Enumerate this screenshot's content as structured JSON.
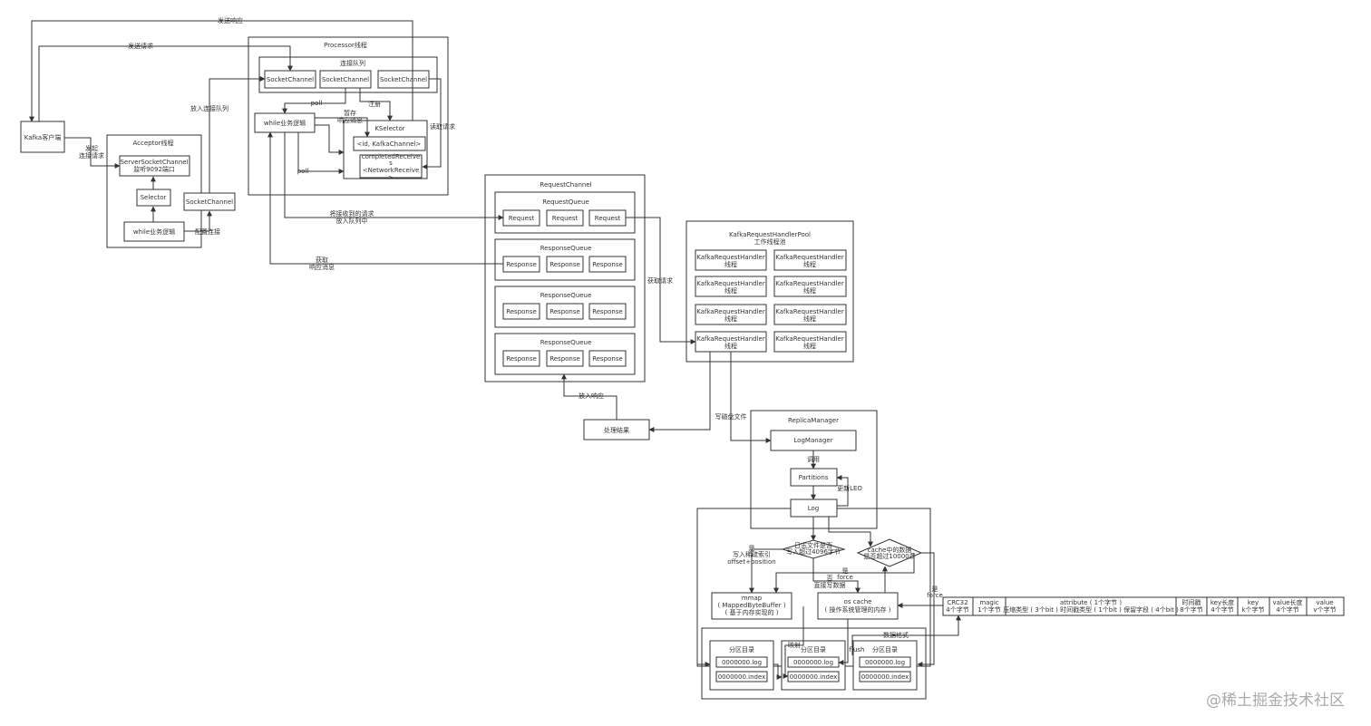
{
  "watermark": "@稀土掘金技术社区",
  "labels": {
    "send_response": "发送响应",
    "send_request": "发送请求",
    "kafka_client": "Kafka客户端",
    "initiate_conn_1": "发起",
    "initiate_conn_2": "连接请求",
    "acceptor": "Acceptor线程",
    "server_socket_1": "ServerSocketChannel",
    "server_socket_2": "监听9092端口",
    "selector": "Selector",
    "while_logic": "while业务逻辑",
    "socket_channel": "SocketChannel",
    "put_conn_queue": "放入连接队列",
    "configure_conn": "配置连接",
    "processor": "Processor线程",
    "conn_queue": "连接队列",
    "poll": "poll",
    "register": "注册",
    "stage_1": "暂存",
    "stage_2": "响应消息",
    "read_request": "读取请求",
    "kselector": "KSelector",
    "id_kafkachannel": "<id, KafkaChannel>",
    "completed_1": "completedReceive",
    "completed_2": "s",
    "completed_3": "<NetworkReceive",
    "completed_4": ">",
    "put_req_1": "将接收到的请求",
    "put_req_2": "放入队列中",
    "get_resp_1": "获取",
    "get_resp_2": "响应消息",
    "request_channel": "RequestChannel",
    "request_queue": "RequestQueue",
    "request": "Request",
    "response_queue": "ResponseQueue",
    "response": "Response",
    "handler_pool_1": "KafkaRequestHandlerPool",
    "handler_pool_2": "工作线程池",
    "handler_1": "KafkaRequestHandler",
    "handler_2": "线程",
    "fetch_request": "获取请求",
    "put_response": "放入响应",
    "process_result": "处理结果",
    "write_disk": "写磁盘文件",
    "replica_manager": "ReplicaManager",
    "log_manager": "LogManager",
    "call": "调用",
    "partitions": "Partitions",
    "update_leo": "更新LEO",
    "log": "Log",
    "yes": "是",
    "write_index": "写入稀疏索引",
    "offset_position": "offset+position",
    "log_file_1": "日志文件是否",
    "log_file_2": "写入超过4096字节",
    "cache_1": "cache中的数据",
    "cache_2": "是否超过10000条",
    "no": "否",
    "write_direct": "直接写数据",
    "force": "force",
    "mmap_1": "mmap",
    "mmap_2": "( MappedByteBuffer )",
    "mmap_3": "( 基于内存实现的 )",
    "oscache_1": "os  cache",
    "oscache_2": "( 操作系统管理的内存 )",
    "data_format": "数据格式",
    "mapping": "映射",
    "flush": "flush",
    "partition_dir": "分区目录",
    "log_file": "0000000.log",
    "index_file": "0000000.index",
    "fmt": [
      {
        "a": "CRC32",
        "b": "4个字节"
      },
      {
        "a": "magic",
        "b": "1个字节"
      },
      {
        "a": "attribute ( 1个字节 )",
        "b": "压缩类型 ( 3个bit ) 时间戳类型 ( 1个bit ) 保留字段 ( 4个bit )"
      },
      {
        "a": "时间戳",
        "b": "8个字节"
      },
      {
        "a": "key长度",
        "b": "4个字节"
      },
      {
        "a": "key",
        "b": "k个字节"
      },
      {
        "a": "value长度",
        "b": "4个字节"
      },
      {
        "a": "value",
        "b": "v个字节"
      }
    ]
  }
}
